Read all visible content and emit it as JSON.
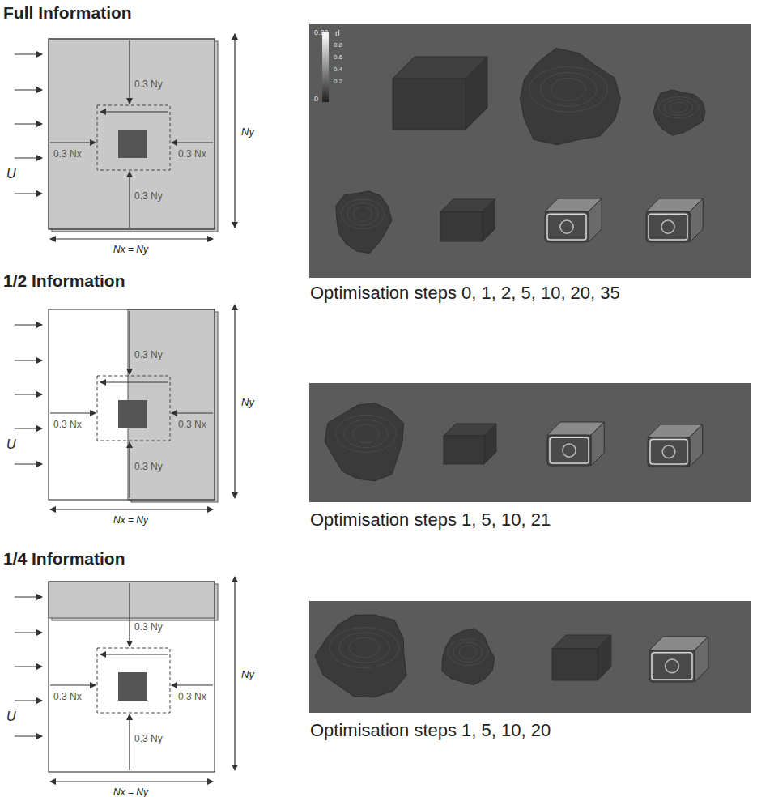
{
  "diagram": {
    "labels": [
      "Full Information",
      "U",
      "0.3 Ny",
      "0.3 Nx",
      "0.3 Nx",
      "0.3 Ny",
      "Ny",
      "Nx = Ny",
      "0.99",
      "d",
      "0.8",
      "0.6",
      "0.4",
      "0.2",
      "0",
      "Optimisation steps 0, 1, 2, 5, 10, 20, 35",
      "1/2 Information",
      "U",
      "0.3 Ny",
      "0.3 Nx",
      "0.3 Nx",
      "0.3 Ny",
      "Ny",
      "Nx = Ny",
      "Optimisation steps 1, 5, 10, 21",
      "1/4 Information",
      "U",
      "0.3 Ny",
      "0.3 Nx",
      "0.3 Nx",
      "0.3 Ny",
      "Ny",
      "Nx = Ny",
      "Optimisation steps 1, 5, 10, 20"
    ]
  }
}
